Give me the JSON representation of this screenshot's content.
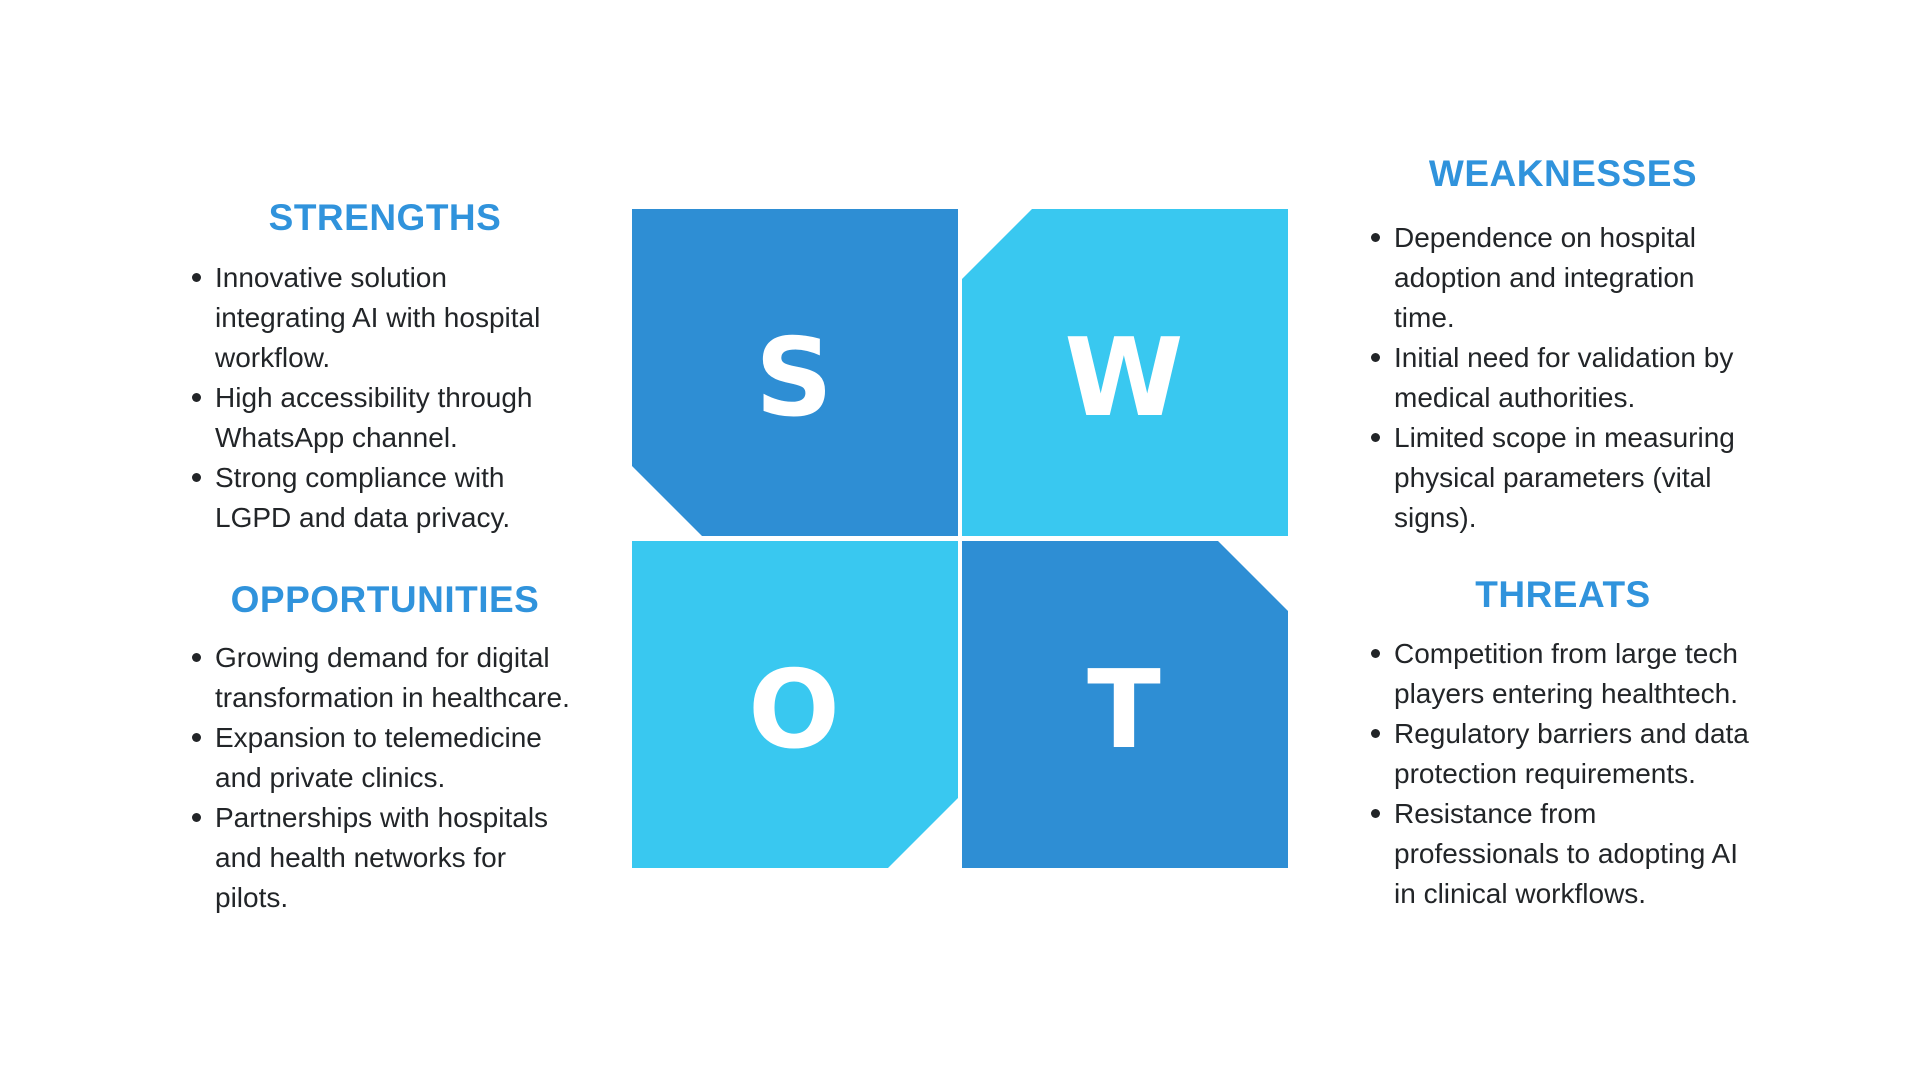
{
  "palette": {
    "dark_blue": "#2E8ED4",
    "cyan": "#39C8F0",
    "heading_blue": "#3093DC",
    "body_text": "#222528",
    "letter_white": "#FFFFFF",
    "background": "#FFFFFF"
  },
  "quadrants": {
    "strengths": {
      "title": "STRENGTHS",
      "letter": "S",
      "items": [
        "Innovative solution\nintegrating AI with hospital\nworkflow.",
        "High accessibility through\nWhatsApp channel.",
        "Strong compliance with\nLGPD and data privacy."
      ]
    },
    "weaknesses": {
      "title": "WEAKNESSES",
      "letter": "W",
      "items": [
        "Dependence on hospital\nadoption and integration\ntime.",
        "Initial need for validation by\nmedical authorities.",
        "Limited scope in measuring\nphysical parameters (vital\nsigns)."
      ]
    },
    "opportunities": {
      "title": "OPPORTUNITIES",
      "letter": "O",
      "items": [
        "Growing demand for digital\ntransformation in healthcare.",
        "Expansion to telemedicine\nand private clinics.",
        "Partnerships with hospitals\nand health networks for\npilots."
      ]
    },
    "threats": {
      "title": "THREATS",
      "letter": "T",
      "items": [
        "Competition from large tech\nplayers entering healthtech.",
        "Regulatory barriers and data\nprotection requirements.",
        "Resistance from\nprofessionals to adopting AI\nin clinical workflows."
      ]
    }
  }
}
